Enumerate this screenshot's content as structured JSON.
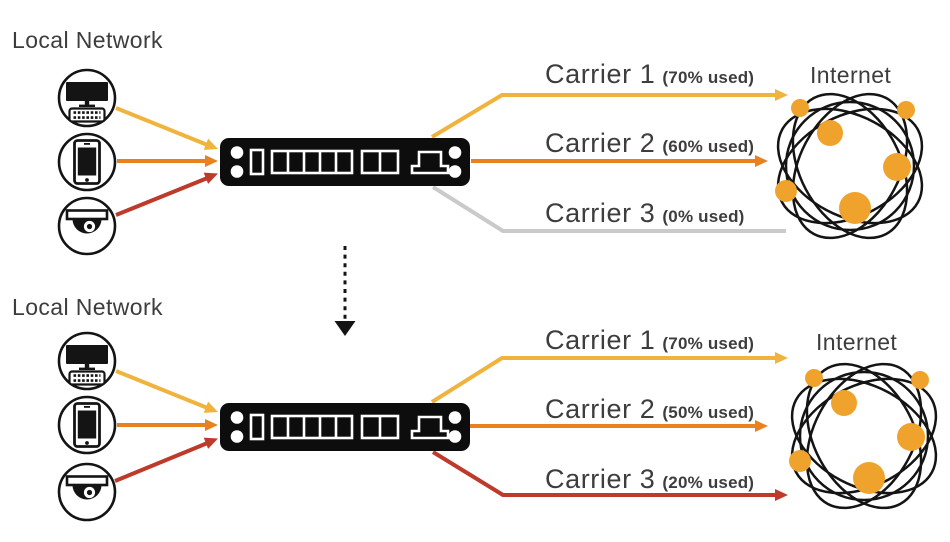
{
  "colors": {
    "yellow": "#F0B43E",
    "orange": "#E8821F",
    "red": "#BE3A2B",
    "gray": "#CACACA",
    "node": "#F0A32C",
    "ink": "#141414",
    "text": "#3D3D3D",
    "background": "#FFFFFF"
  },
  "sections": [
    {
      "id": "before",
      "local_network_label": "Local Network",
      "internet_label": "Internet",
      "devices": [
        {
          "icon": "desktop-computer-icon",
          "link_color": "#F0B43E"
        },
        {
          "icon": "smartphone-icon",
          "link_color": "#E8821F"
        },
        {
          "icon": "security-camera-icon",
          "link_color": "#BE3A2B"
        }
      ],
      "router_icon": "router-icon",
      "internet_icon": "globe-network-icon",
      "carriers": [
        {
          "name": "Carrier 1",
          "usage": "(70% used)",
          "line_color": "#F0B43E",
          "active": true
        },
        {
          "name": "Carrier 2",
          "usage": "(60% used)",
          "line_color": "#E8821F",
          "active": true
        },
        {
          "name": "Carrier 3",
          "usage": "(0% used)",
          "line_color": "#CACACA",
          "active": false
        }
      ]
    },
    {
      "id": "after",
      "local_network_label": "Local Network",
      "internet_label": "Internet",
      "devices": [
        {
          "icon": "desktop-computer-icon",
          "link_color": "#F0B43E"
        },
        {
          "icon": "smartphone-icon",
          "link_color": "#E8821F"
        },
        {
          "icon": "security-camera-icon",
          "link_color": "#BE3A2B"
        }
      ],
      "router_icon": "router-icon",
      "internet_icon": "globe-network-icon",
      "carriers": [
        {
          "name": "Carrier 1",
          "usage": "(70% used)",
          "line_color": "#F0B43E",
          "active": true
        },
        {
          "name": "Carrier 2",
          "usage": "(50% used)",
          "line_color": "#E8821F",
          "active": true
        },
        {
          "name": "Carrier 3",
          "usage": "(20% used)",
          "line_color": "#BE3A2B",
          "active": true
        }
      ]
    }
  ],
  "transition": {
    "type": "dashed-down-arrow"
  }
}
